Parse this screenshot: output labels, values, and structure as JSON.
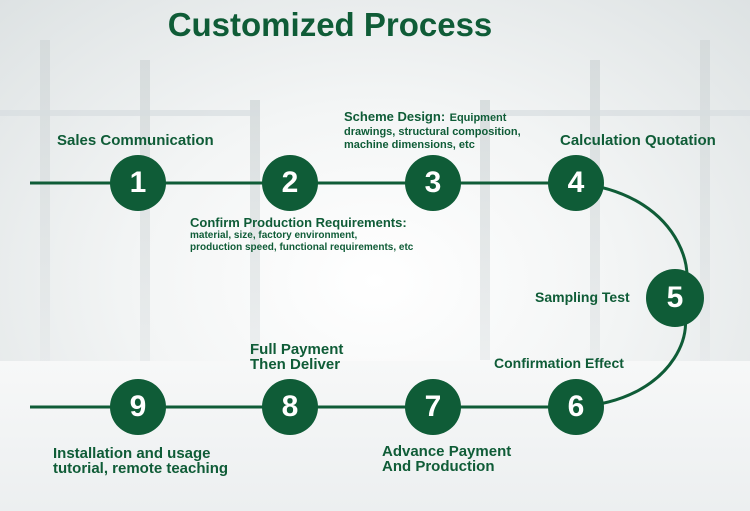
{
  "title": "Customized Process",
  "colors": {
    "accent": "#0f5c37"
  },
  "steps": [
    {
      "number": "1",
      "label": "Sales Communication"
    },
    {
      "number": "2",
      "label_main": "Confirm Production Requirements:",
      "label_detail_1": "material, size, factory environment,",
      "label_detail_2": "production speed, functional requirements, etc"
    },
    {
      "number": "3",
      "label_main": "Scheme Design:",
      "label_detail_0": "Equipment",
      "label_detail_1": "drawings, structural composition,",
      "label_detail_2": "machine dimensions, etc"
    },
    {
      "number": "4",
      "label": "Calculation Quotation"
    },
    {
      "number": "5",
      "label": "Sampling Test"
    },
    {
      "number": "6",
      "label": "Confirmation Effect"
    },
    {
      "number": "7",
      "label_line_1": "Advance Payment",
      "label_line_2": "And Production"
    },
    {
      "number": "8",
      "label_line_1": "Full Payment",
      "label_line_2": "Then Deliver"
    },
    {
      "number": "9",
      "label_line_1": "Installation and usage",
      "label_line_2": "tutorial, remote teaching"
    }
  ]
}
